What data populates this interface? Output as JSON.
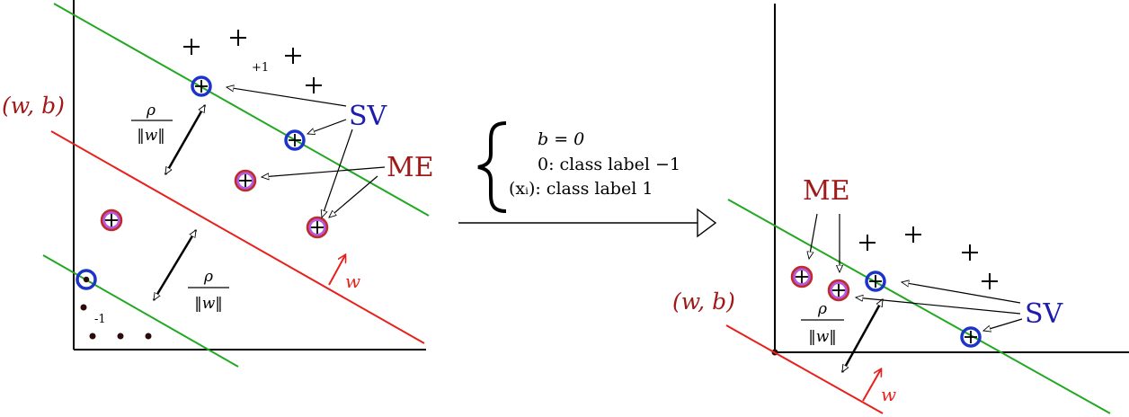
{
  "colors": {
    "axis": "#000000",
    "margin_line": "#22a822",
    "hyperplane": "#e8201c",
    "sv_ring": "#1c34c8",
    "me_ring": "#c02a2a",
    "me_fill": "#b45adc",
    "label_red": "#a01818",
    "label_blue": "#1c1cb0"
  },
  "left_panel": {
    "label_wb": "(w, b)",
    "label_sv": "SV",
    "label_me": "ME",
    "label_plus1": "+1",
    "label_minus1": "-1",
    "label_w": "w",
    "rho_upper": {
      "num": "ρ",
      "den": "‖w‖"
    },
    "rho_lower": {
      "num": "ρ",
      "den": "‖w‖"
    }
  },
  "transform": {
    "line1": "b = 0",
    "line2": "0:  class label −1",
    "line3": "(xᵢ):  class label 1"
  },
  "right_panel": {
    "label_wb": "(w, b)",
    "label_sv": "SV",
    "label_me": "ME",
    "label_w": "w",
    "rho": {
      "num": "ρ",
      "den": "‖w‖"
    }
  }
}
